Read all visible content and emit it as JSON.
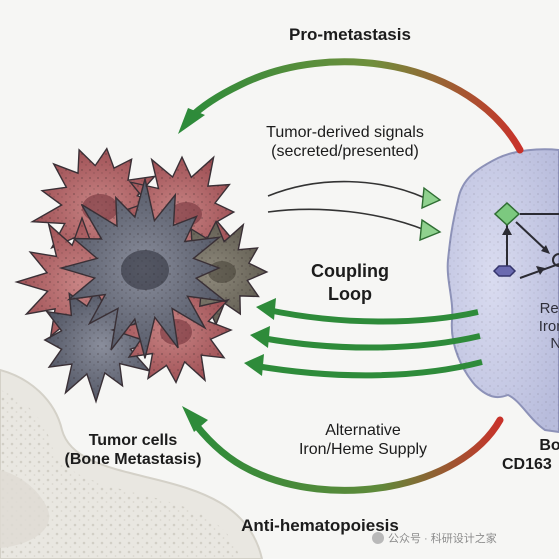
{
  "labels": {
    "top_arrow": "Pro-metastasis",
    "signals_line1": "Tumor-derived signals",
    "signals_line2": "(secreted/presented)",
    "coupling_line1": "Coupling",
    "coupling_line2": "Loop",
    "tumor_line1": "Tumor cells",
    "tumor_line2": "(Bone Metastasis)",
    "alt_line1": "Alternative",
    "alt_line2": "Iron/Heme Supply",
    "bottom_arrow": "Anti-hematopoiesis",
    "macrophage_line1": "Repro",
    "macrophage_line2": "Iron M",
    "macrophage_line3": "Ne",
    "bone_line1": "Bo",
    "bone_line2": "CD163"
  },
  "watermark": "公众号 · 科研设计之家",
  "icons": [
    "tumor-cell-cluster-icon",
    "macrophage-cell-icon",
    "bone-tissue-icon",
    "green-diamond-icon",
    "purple-hexagon-icon"
  ],
  "colors": {
    "arrow_green": "#2e8b3a",
    "arrow_red": "#c0392b",
    "tumor_red": "#b25a5a",
    "tumor_gray": "#5e6270",
    "macrophage_lavender": "#c9cde6",
    "bone": "#e9e7e1"
  }
}
